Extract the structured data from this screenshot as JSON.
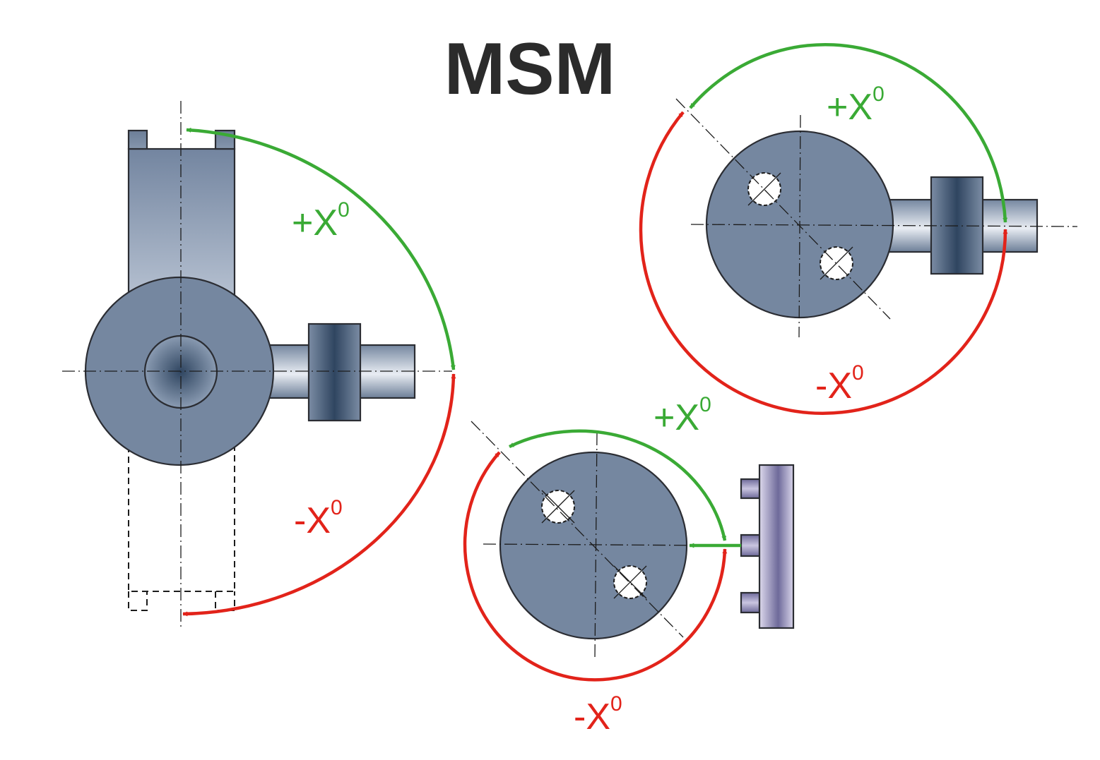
{
  "title": "MSM",
  "labels": {
    "plus_x": "+X",
    "minus_x": "-X",
    "superscript": "0"
  },
  "colors": {
    "positive": "#3aaa35",
    "negative": "#e2231a",
    "part_fill": "#7587a0",
    "outline": "#2b2d33",
    "fixture": "#6e6a9a"
  }
}
